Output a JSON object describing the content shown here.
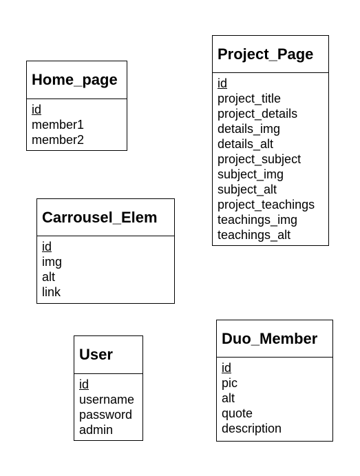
{
  "entities": {
    "home_page": {
      "title": "Home_page",
      "fields": [
        "id",
        "member1",
        "member2"
      ]
    },
    "project_page": {
      "title": "Project_Page",
      "fields": [
        "id",
        "project_title",
        "project_details",
        "details_img",
        "details_alt",
        "project_subject",
        "subject_img",
        "subject_alt",
        "project_teachings",
        "teachings_img",
        "teachings_alt"
      ]
    },
    "carrousel_elem": {
      "title": "Carrousel_Elem",
      "fields": [
        "id",
        "img",
        "alt",
        "link"
      ]
    },
    "user": {
      "title": "User",
      "fields": [
        "id",
        "username",
        "password",
        "admin"
      ]
    },
    "duo_member": {
      "title": "Duo_Member",
      "fields": [
        "id",
        "pic",
        "alt",
        "quote",
        "description"
      ]
    }
  }
}
